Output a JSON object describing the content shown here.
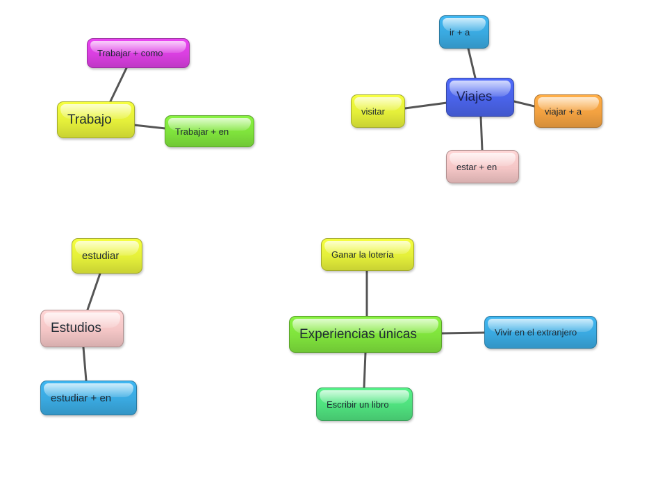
{
  "colors": {
    "magenta": "#d93fe0",
    "yellow": "#e4ef3a",
    "green": "#7fe23c",
    "blue": "#3aa9e0",
    "indigo": "#4a63e8",
    "orange": "#f2a141",
    "pink": "#f4c6c6",
    "teal": "#4fe07e",
    "line": "#555555"
  },
  "maps": [
    {
      "center": {
        "label": "Trabajo",
        "color": "yellow"
      },
      "branches": [
        {
          "label": "Trabajar + como",
          "color": "magenta"
        },
        {
          "label": "Trabajar + en",
          "color": "green"
        }
      ]
    },
    {
      "center": {
        "label": "Viajes",
        "color": "indigo"
      },
      "branches": [
        {
          "label": "ir + a",
          "color": "blue"
        },
        {
          "label": "visitar",
          "color": "yellow"
        },
        {
          "label": "viajar + a",
          "color": "orange"
        },
        {
          "label": "estar + en",
          "color": "pink"
        }
      ]
    },
    {
      "center": {
        "label": "Estudios",
        "color": "pink"
      },
      "branches": [
        {
          "label": "estudiar",
          "color": "yellow"
        },
        {
          "label": "estudiar + en",
          "color": "blue"
        }
      ]
    },
    {
      "center": {
        "label": "Experiencias únicas",
        "color": "green"
      },
      "branches": [
        {
          "label": "Ganar la lotería",
          "color": "yellow"
        },
        {
          "label": "Vivir en el extranjero",
          "color": "blue"
        },
        {
          "label": "Escribir un libro",
          "color": "teal"
        }
      ]
    }
  ]
}
